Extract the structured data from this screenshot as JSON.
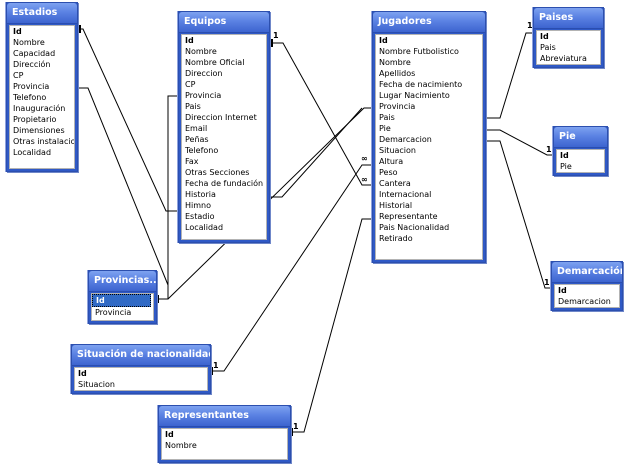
{
  "tables": {
    "estadios": {
      "title": "Estadios",
      "fields": [
        "Id",
        "Nombre",
        "Capacidad",
        "Dirección",
        "CP",
        "Provincia",
        "Telefono",
        "Inauguración",
        "Propietario",
        "Dimensiones",
        "Otras instalaciones",
        "Localidad"
      ]
    },
    "equipos": {
      "title": "Equipos",
      "fields": [
        "Id",
        "Nombre",
        "Nombre Oficial",
        "Direccion",
        "CP",
        "Provincia",
        "Pais",
        "Direccion Internet",
        "Email",
        "Peñas",
        "Telefono",
        "Fax",
        "Otras Secciones",
        "Fecha de fundación",
        "Historia",
        "Himno",
        "Estadio",
        "Localidad"
      ]
    },
    "jugadores": {
      "title": "Jugadores",
      "fields": [
        "Id",
        "Nombre Futbolistico",
        "Nombre",
        "Apellidos",
        "Fecha de nacimiento",
        "Lugar Nacimiento",
        "Provincia",
        "Pais",
        "Pie",
        "Demarcacion",
        "Situacion",
        "Altura",
        "Peso",
        "Cantera",
        "Internacional",
        "Historial",
        "Representante",
        "Pais Nacionalidad",
        "Retirado"
      ]
    },
    "paises": {
      "title": "Paises",
      "fields": [
        "Id",
        "Pais",
        "Abreviatura"
      ]
    },
    "pie": {
      "title": "Pie",
      "fields": [
        "Id",
        "Pie"
      ]
    },
    "demarcacion": {
      "title": "Demarcación",
      "fields": [
        "Id",
        "Demarcacion"
      ]
    },
    "provincias": {
      "title": "Provincias...",
      "fields": [
        "Id",
        "Provincia"
      ]
    },
    "situacion": {
      "title": "Situación de nacionalidad",
      "fields": [
        "Id",
        "Situacion"
      ]
    },
    "representantes": {
      "title": "Representantes",
      "fields": [
        "Id",
        "Nombre"
      ]
    }
  },
  "relationship_labels": {
    "one": "1",
    "many": "∞"
  },
  "colors": {
    "title_bar": "#3d64cf",
    "border": "#2c4fae",
    "line": "#000000",
    "selection": "#316ac5"
  }
}
